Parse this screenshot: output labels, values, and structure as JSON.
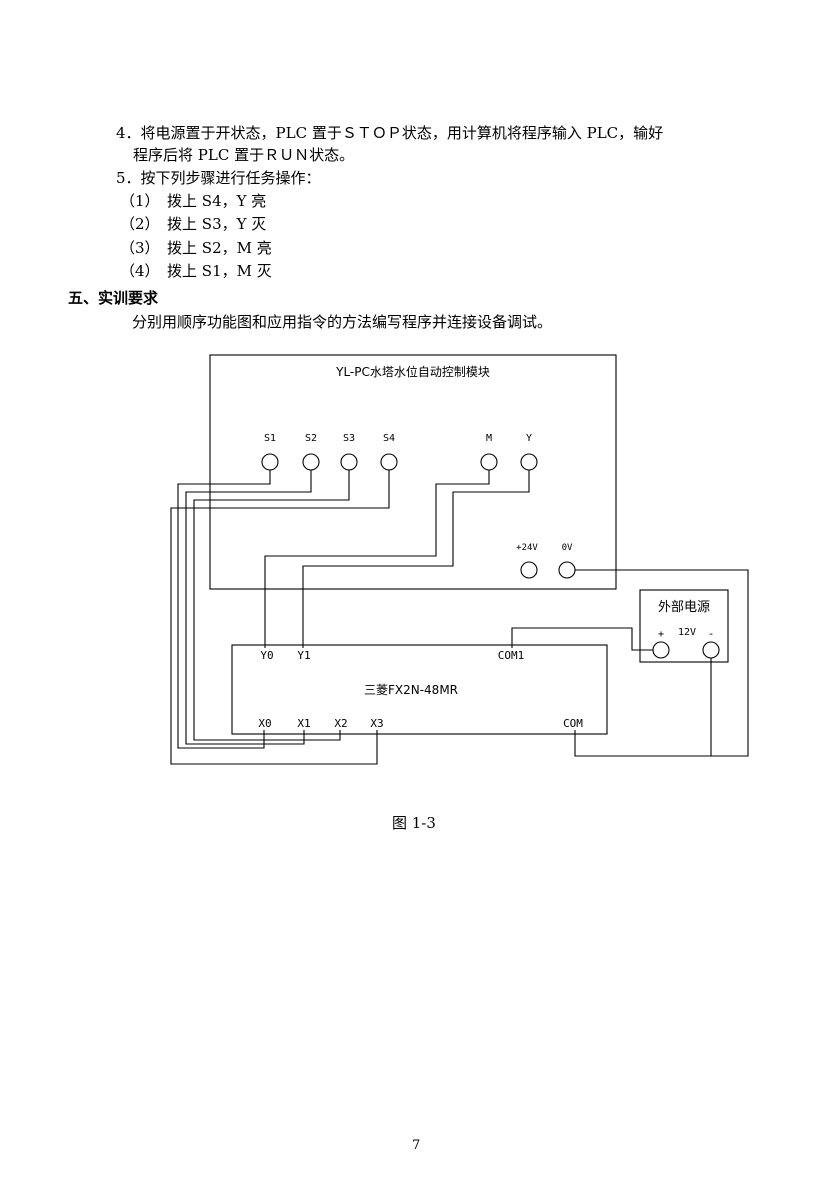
{
  "steps": {
    "s4_line1": "4．将电源置于开状态，PLC 置于ＳＴＯＰ状态，用计算机将程序输入 PLC，输好",
    "s4_line2": "程序后将 PLC 置于ＲＵＮ状态。",
    "s5": "5．按下列步骤进行任务操作：",
    "substeps": [
      "（1）　拨上 S4，Y 亮",
      "（2）　拨上 S3，Y 灭",
      "（3）　拨上 S2，M 亮",
      "（4）　拨上 S1，M 灭"
    ]
  },
  "section": {
    "heading": "五、实训要求",
    "body": "分别用顺序功能图和应用指令的方法编写程序并连接设备调试。"
  },
  "diagram": {
    "module_title": "YL-PC水塔水位自动控制模块",
    "switch_labels": [
      "S1",
      "S2",
      "S3",
      "S4"
    ],
    "output_labels": [
      "M",
      "Y"
    ],
    "power_labels": [
      "+24V",
      "0V"
    ],
    "plc_title": "三菱FX2N-48MR",
    "plc_outputs": [
      "Y0",
      "Y1",
      "COM1"
    ],
    "plc_inputs": [
      "X0",
      "X1",
      "X2",
      "X3",
      "COM"
    ],
    "supply_title": "外部电源",
    "supply_plus": "+",
    "supply_voltage": "12V",
    "supply_minus": "-"
  },
  "caption": "图 1-3",
  "page_number": "7"
}
